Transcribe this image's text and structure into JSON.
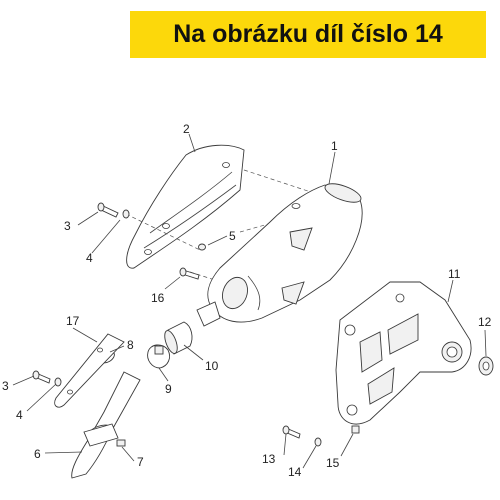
{
  "banner": {
    "text": "Na obrázku díl číslo 14",
    "color": "#fcd80b"
  },
  "callouts": {
    "c1": "1",
    "c2": "2",
    "c3a": "3",
    "c3b": "3",
    "c4a": "4",
    "c4b": "4",
    "c5": "5",
    "c6": "6",
    "c7": "7",
    "c8": "8",
    "c9": "9",
    "c10": "10",
    "c11": "11",
    "c12": "12",
    "c13": "13",
    "c14": "14",
    "c15": "15",
    "c16": "16",
    "c17": "17"
  }
}
